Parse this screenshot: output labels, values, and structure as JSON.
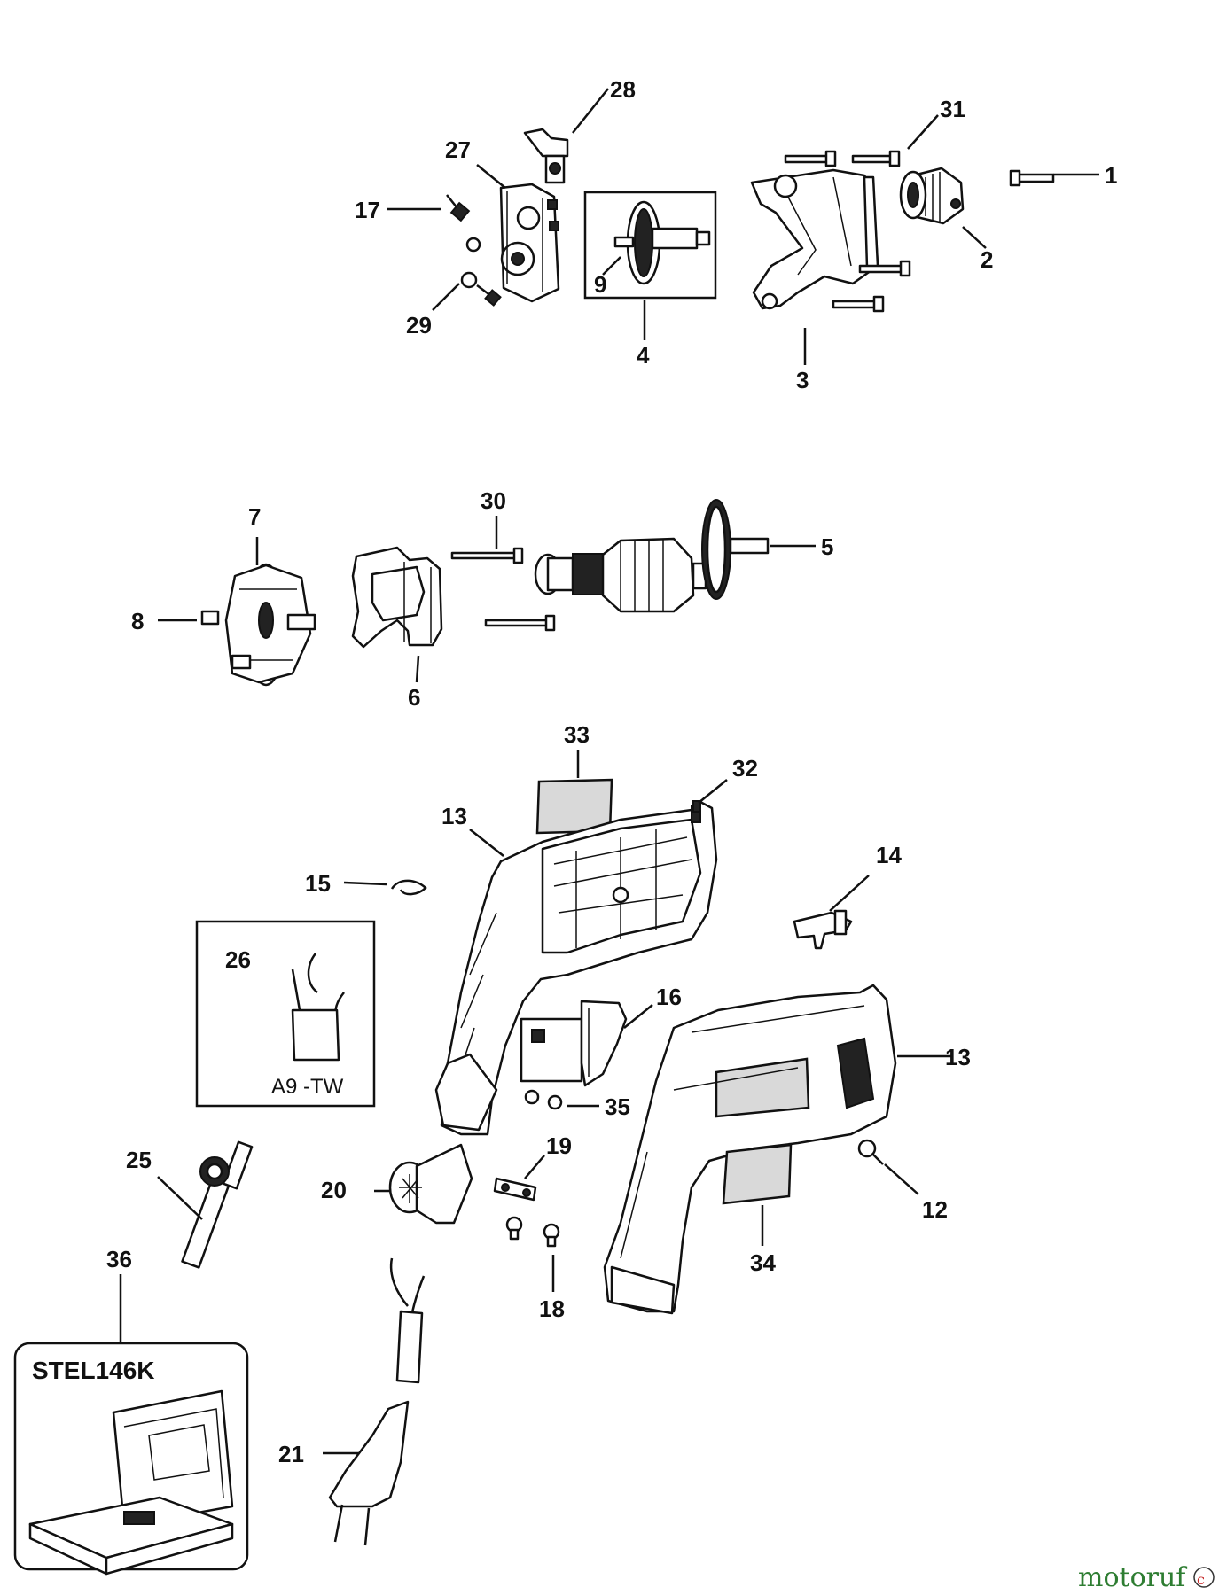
{
  "labels": {
    "p1": "1",
    "p2": "2",
    "p3": "3",
    "p4": "4",
    "p5": "5",
    "p6": "6",
    "p7": "7",
    "p8": "8",
    "p9": "9",
    "p12": "12",
    "p13a": "13",
    "p13b": "13",
    "p14": "14",
    "p15": "15",
    "p16": "16",
    "p17": "17",
    "p18": "18",
    "p19": "19",
    "p20": "20",
    "p21": "21",
    "p25": "25",
    "p26": "26",
    "p27": "27",
    "p28": "28",
    "p29": "29",
    "p30": "30",
    "p31": "31",
    "p32": "32",
    "p33": "33",
    "p34": "34",
    "p35": "35",
    "p36": "36"
  },
  "brush_box": {
    "code": "A9 -TW"
  },
  "kit_box": {
    "title": "STEL146K"
  },
  "watermark": {
    "text_main": "motoruf",
    "text_accent": "c"
  }
}
